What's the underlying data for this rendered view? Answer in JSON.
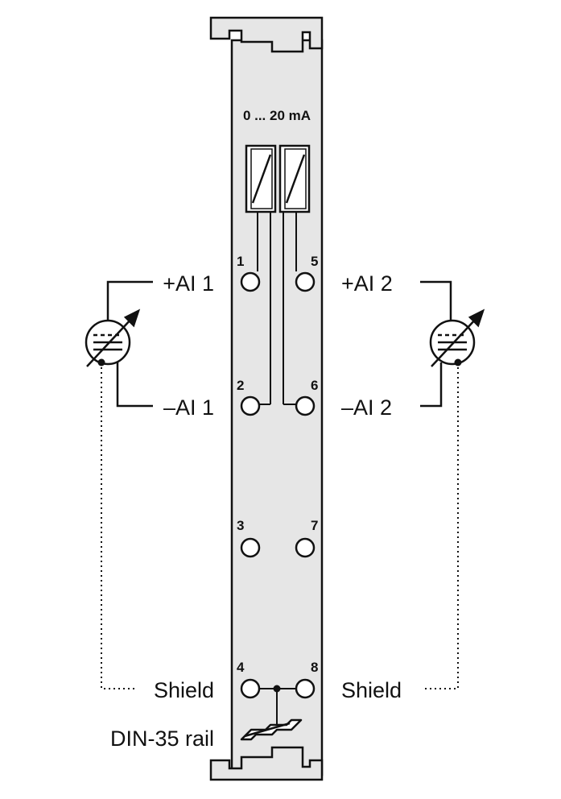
{
  "module": {
    "range_label": "0 ... 20 mA"
  },
  "terminals": {
    "t1": "1",
    "t2": "2",
    "t3": "3",
    "t4": "4",
    "t5": "5",
    "t6": "6",
    "t7": "7",
    "t8": "8"
  },
  "labels": {
    "ai1_plus": "+AI 1",
    "ai1_minus": "–AI 1",
    "ai2_plus": "+AI 2",
    "ai2_minus": "–AI 2",
    "shield_left": "Shield",
    "shield_right": "Shield",
    "rail": "DIN-35 rail"
  },
  "icons": {
    "left_sensor": "current-source-sensor-icon",
    "right_sensor": "current-source-sensor-icon",
    "rail_symbol": "din-rail-icon"
  },
  "colors": {
    "module_fill": "#e6e6e6",
    "stroke": "#111111"
  }
}
